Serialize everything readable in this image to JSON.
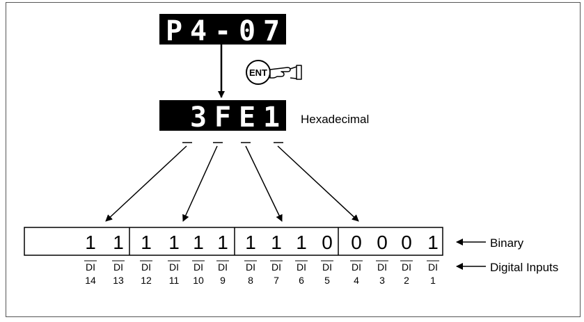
{
  "display_top": {
    "chars": [
      "P",
      "4",
      "-",
      "0",
      "7"
    ]
  },
  "display_bottom": {
    "chars": [
      "",
      "3",
      "F",
      "E",
      "1"
    ]
  },
  "ent_key": {
    "label": "ENT",
    "icon": "pointing-hand-icon"
  },
  "labels": {
    "hexadecimal": "Hexadecimal",
    "binary": "Binary",
    "digital_inputs": "Digital Inputs"
  },
  "binary_bits": [
    "1",
    "1",
    "1",
    "1",
    "1",
    "1",
    "1",
    "1",
    "1",
    "0",
    "0",
    "0",
    "0",
    "1"
  ],
  "di_prefix": "DI",
  "di_numbers": [
    "14",
    "13",
    "12",
    "11",
    "10",
    "9",
    "8",
    "7",
    "6",
    "5",
    "4",
    "3",
    "2",
    "1"
  ],
  "colors": {
    "display_bg": "#000000",
    "display_fg": "#ffffff",
    "line": "#000000"
  }
}
